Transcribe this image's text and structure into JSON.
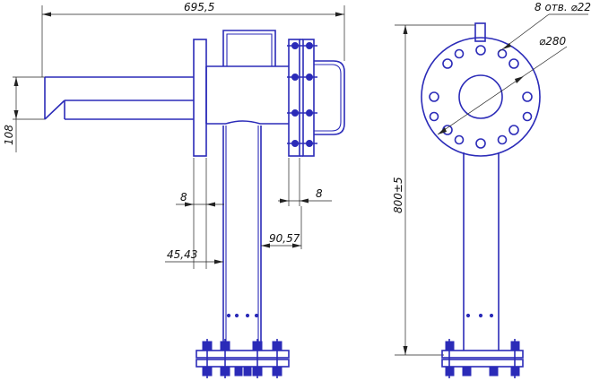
{
  "colors": {
    "outline": "#2b2bb8",
    "dimension": "#222222",
    "background": "#ffffff"
  },
  "dimensions": {
    "overall_length": "695,5",
    "height_left": "108",
    "gap_left": "8",
    "gap_right": "8",
    "offset_left": "45,43",
    "offset_right": "90,57",
    "holes": "8 отв. ⌀22",
    "flange_diameter": "⌀280",
    "overall_height": "800±5"
  }
}
